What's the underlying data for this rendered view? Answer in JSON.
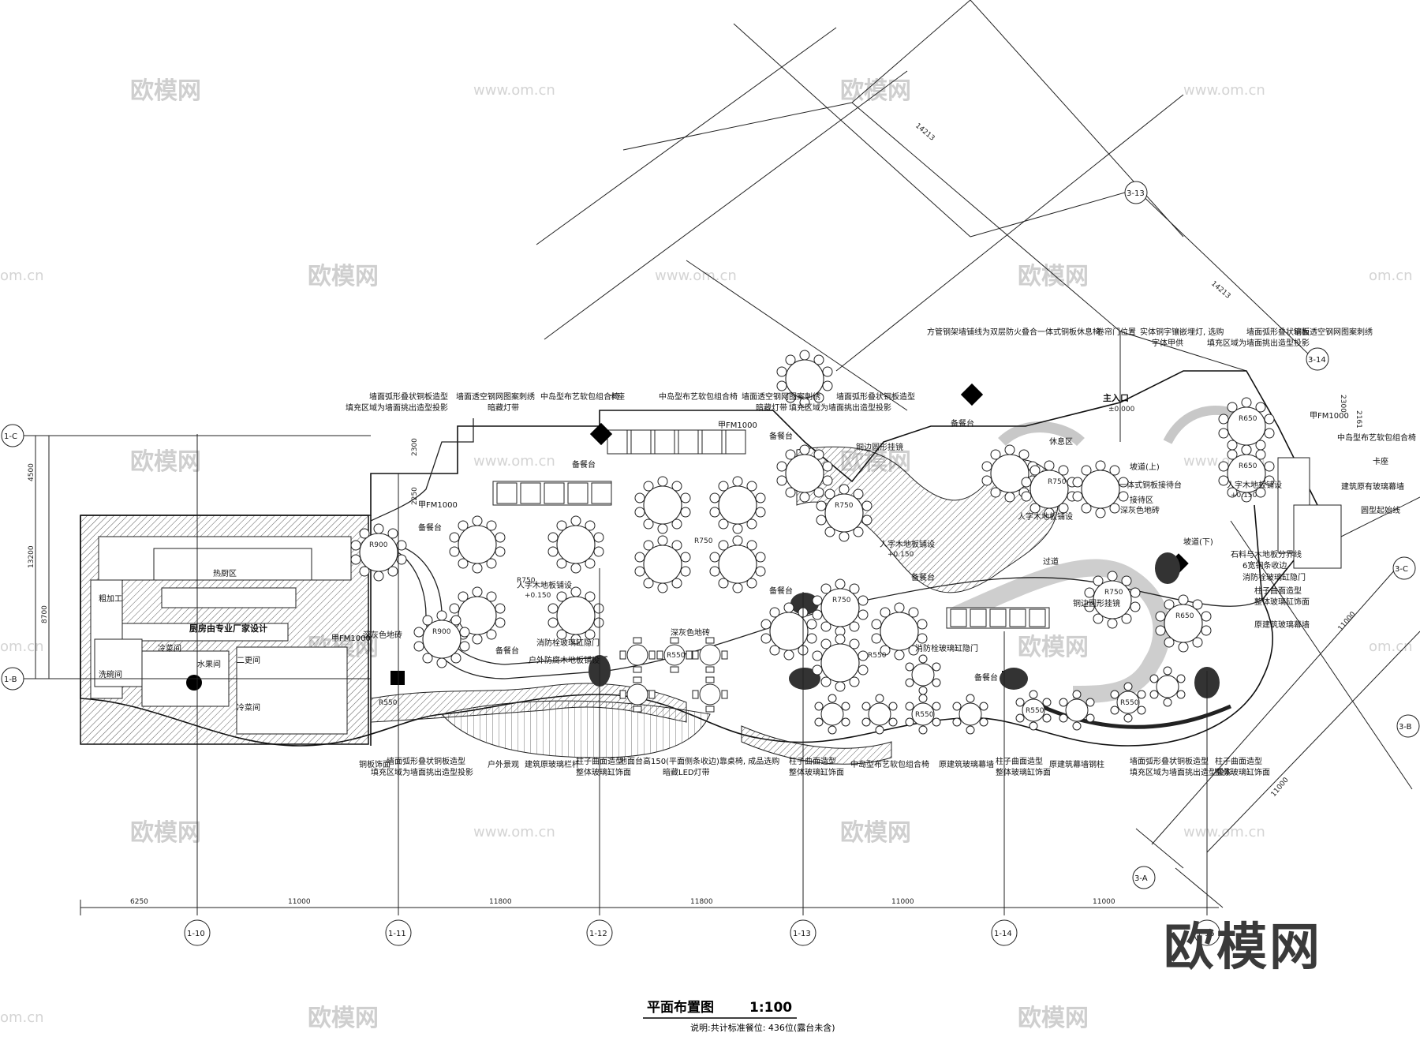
{
  "drawing": {
    "title": "平面布置图",
    "scale": "1:100",
    "note": "说明:共计标准餐位: 436位(露台未含)"
  },
  "brand": "欧模网",
  "watermarks": {
    "logo": "欧模网",
    "url": "www.om.cn",
    "url_short": "om.cn"
  },
  "axes": {
    "bottom": [
      "1-10",
      "1-11",
      "1-12",
      "1-13",
      "1-14",
      "1-15"
    ],
    "left": [
      "1-C",
      "1-B"
    ],
    "diag": [
      "3-13",
      "3-14",
      "3-C",
      "3-B",
      "3-A"
    ]
  },
  "dims": {
    "bottom": [
      "6250",
      "11000",
      "11800",
      "11800",
      "11000",
      "11000"
    ],
    "left": [
      "4500",
      "13200",
      "8700"
    ],
    "top": [
      "14213",
      "14213"
    ],
    "right": [
      "2300",
      "2161",
      "11000",
      "11000"
    ],
    "mid": [
      "2300",
      "2250"
    ]
  },
  "labels": {
    "callout_top": [
      "墙面弧形叠状铜板造型",
      "填充区域为墙面挑出造型投影",
      "墙面透空钢网图案刺绣",
      "暗藏灯带",
      "中岛型布艺软包组合椅",
      "卡座",
      "中岛型布艺软包组合椅",
      "墙面透空钢网图案刺绣",
      "暗藏灯带",
      "墙面弧形叠状铜板造型",
      "填充区域为墙面挑出造型投影",
      "方管钢架墙铺线为双层防火叠合一体式铜板休息椅",
      "卷帘门位置",
      "实体铜字镶嵌埋灯, 选购",
      "墙面弧形叠状铜板",
      "墙面透空钢网图案刺绣",
      "字体甲供",
      "填充区域为墙面挑出造型投影"
    ],
    "callout_bottom": [
      "铜板饰面",
      "墙面弧形叠状铜板造型",
      "填充区域为墙面挑出造型投影",
      "户外景观",
      "建筑原玻璃栏杆",
      "柱子曲面造型",
      "整体玻璃缸饰面",
      "地面台高150(平面侧条收边)靠桌椅, 成品选购",
      "暗藏LED灯带",
      "柱子曲面造型",
      "整体玻璃缸饰面",
      "中岛型布艺软包组合椅",
      "原建筑玻璃幕墙",
      "柱子曲面造型",
      "整体玻璃缸饰面",
      "原建筑幕墙钢柱",
      "墙面弧形叠状铜板造型",
      "填充区域为墙面挑出造型投影",
      "柱子曲面造型",
      "整体玻璃缸饰面"
    ],
    "callout_right": [
      "甲FM1000",
      "中岛型布艺软包组合椅",
      "卡座",
      "建筑原有玻璃幕墙",
      "圆型起始线",
      "石料与木地板分界线",
      "6宽铜条收边",
      "消防栓玻璃缸隐门",
      "柱子曲面造型",
      "整体玻璃缸饰面",
      "原建筑玻璃幕墙"
    ],
    "zones": {
      "kitchen": "厨房由专业厂家设计",
      "kitchen_hot": "热厨区",
      "cold_room": "冷菜间",
      "veg_room": "水果间",
      "soup_room": "冷菜间",
      "dish_room": "二更间",
      "staff": "粗加工",
      "wash": "洗碗间",
      "main_entrance": "主入口",
      "rest_area": "休息区",
      "wait_area": "接待区",
      "wait_area2": "深灰色地砖",
      "ramp_up": "坡道(上)",
      "ramp_down": "坡道(下)",
      "corridor": "过道",
      "reception": "一体式铜板接待台",
      "outdoor_deck": "户外防腐木地板铺设",
      "floor1": "人字木地板铺设",
      "floor2": "深灰色地砖",
      "floor3": "人字木地板铺设",
      "floor4": "人字木地板铺设",
      "floor5": "人字木地板铺设",
      "floor6": "深灰色地砖",
      "copper": "铜边圆形挂镜",
      "copper2": "铜边圆形挂镜",
      "fire_door": "消防栓玻璃缸隐门",
      "fire_door2": "消防栓玻璃缸隐门",
      "service1": "备餐台",
      "service2": "备餐台",
      "service3": "备餐台",
      "service4": "备餐台",
      "service5": "备餐台",
      "service6": "备餐台",
      "service7": "备餐台",
      "service8": "备餐台",
      "door1": "甲FM1000",
      "door2": "甲FM1000",
      "door3": "甲FM1000",
      "level0": "±0.000",
      "level150": "+0.150",
      "level150b": "+0.150",
      "level150c": "+0.150"
    },
    "radii": [
      "R900",
      "R900",
      "R750",
      "R750",
      "R750",
      "R750",
      "R750",
      "R750",
      "R650",
      "R650",
      "R650",
      "R550",
      "R550",
      "R550",
      "R550",
      "R550",
      "R550"
    ]
  }
}
